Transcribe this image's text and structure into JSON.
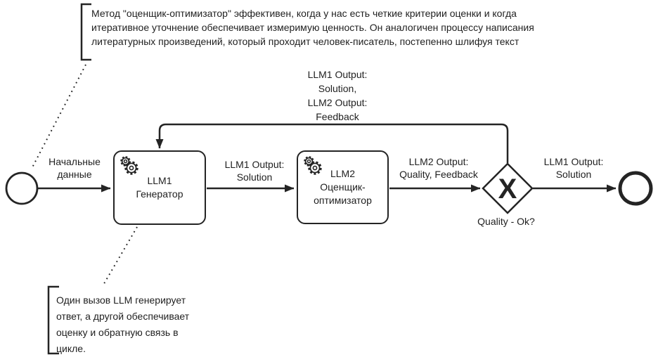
{
  "colors": {
    "stroke": "#242424",
    "text": "#1f1f1f",
    "background": "#ffffff"
  },
  "annotations": {
    "top": {
      "lines": [
        "Метод \"оценщик-оптимизатор\" эффективен, когда у нас есть четкие критерии оценки и когда",
        "итеративное уточнение обеспечивает измеримую ценность. Он аналогичен процессу написания",
        "литературных произведений, который проходит человек-писатель, постепенно шлифуя текст"
      ]
    },
    "bottom": {
      "lines": [
        "Один вызов LLM генерирует",
        "ответ, а другой обеспечивает",
        "оценку и обратную связь в",
        "цикле."
      ]
    }
  },
  "nodes": {
    "start_event": {
      "type": "start-event"
    },
    "llm1": {
      "icon": "gears-icon",
      "lines": [
        "LLM1",
        "Генератор"
      ]
    },
    "llm2": {
      "icon": "gears-icon",
      "lines": [
        "LLM2",
        "Оценщик-",
        "оптимизатор"
      ]
    },
    "gateway": {
      "symbol": "X",
      "label": "Quality - Ok?"
    },
    "end_event": {
      "type": "end-event"
    }
  },
  "edges": {
    "start_to_llm1": {
      "lines": [
        "Начальные",
        "данные"
      ]
    },
    "llm1_to_llm2": {
      "lines": [
        "LLM1 Output:",
        "Solution"
      ]
    },
    "llm2_to_gateway": {
      "lines": [
        "LLM2 Output:",
        "Quality, Feedback"
      ]
    },
    "gateway_to_end": {
      "lines": [
        "LLM1 Output:",
        "Solution"
      ]
    },
    "loop_back": {
      "lines": [
        "LLM1 Output:",
        "Solution,",
        "LLM2 Output:",
        "Feedback"
      ]
    }
  }
}
